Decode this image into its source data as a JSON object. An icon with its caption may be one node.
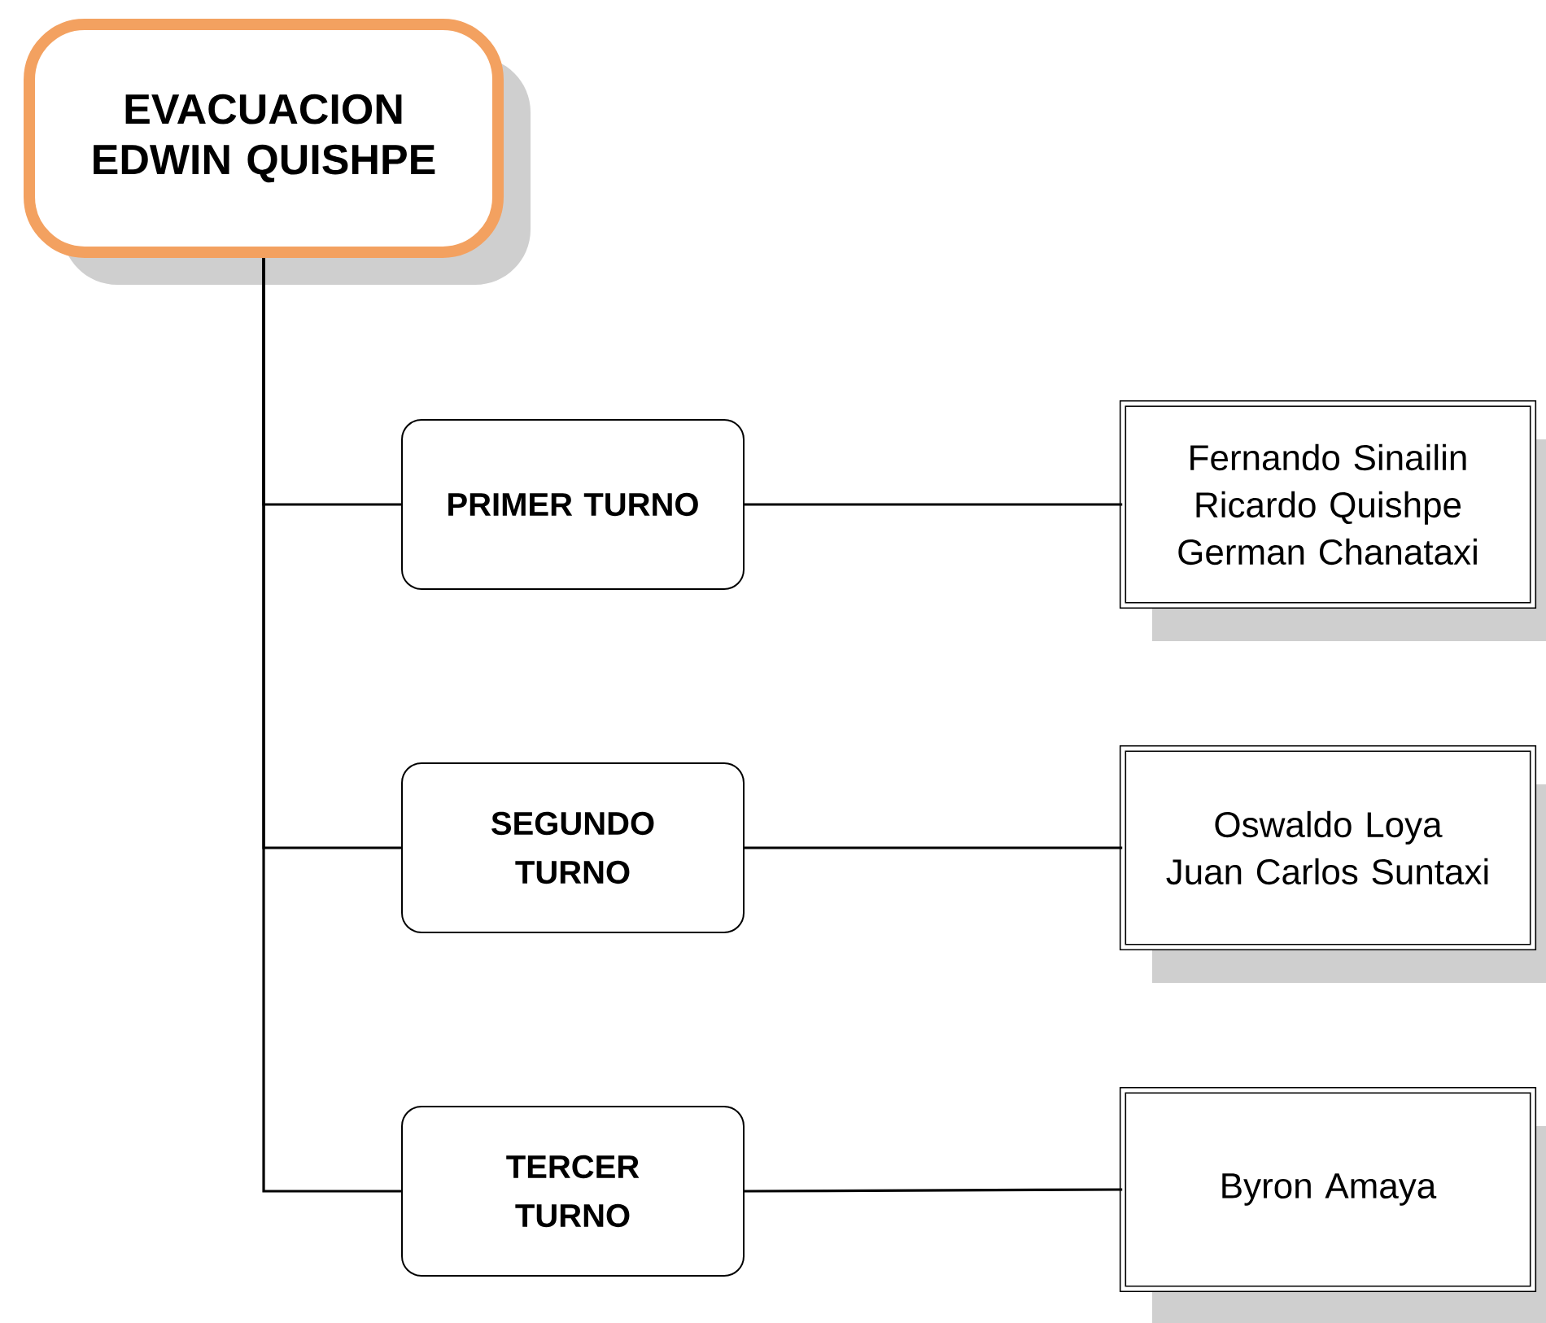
{
  "diagram": {
    "nodes": [
      {
        "text": [
          "EVACUACION EDWIN QUISHPE"
        ]
      },
      {
        "text": [
          "PRIMER TURNO"
        ]
      },
      {
        "text": [
          "SEGUNDO TURNO"
        ]
      },
      {
        "text": [
          "TERCER TURNO"
        ]
      },
      {
        "text": [
          "Fernando Sinailin",
          "Ricardo Quishpe",
          "German Chanataxi"
        ]
      },
      {
        "text": [
          "Oswaldo Loya",
          "Juan Carlos Suntaxi"
        ]
      },
      {
        "text": [
          "Byron Amaya"
        ]
      }
    ],
    "edges": [
      {
        "from": 0,
        "to": 1,
        "arrow": "none"
      },
      {
        "from": 0,
        "to": 2,
        "arrow": "none"
      },
      {
        "from": 0,
        "to": 3,
        "arrow": "none"
      },
      {
        "from": 1,
        "to": 4,
        "arrow": "none"
      },
      {
        "from": 2,
        "to": 5,
        "arrow": "none"
      },
      {
        "from": 3,
        "to": 6,
        "arrow": "none"
      }
    ]
  }
}
